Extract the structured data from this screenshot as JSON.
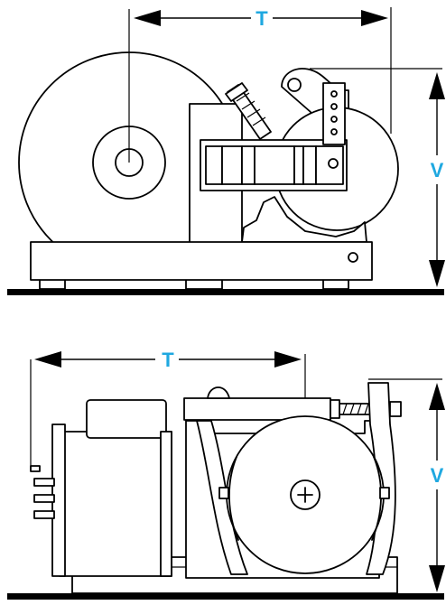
{
  "colors": {
    "ink": "#000000",
    "label": "#1fa8e0",
    "background": "#ffffff"
  },
  "top_view": {
    "dim_t_label": "T",
    "dim_v_label": "V"
  },
  "bottom_view": {
    "dim_t_label": "T",
    "dim_v_label": "V"
  }
}
